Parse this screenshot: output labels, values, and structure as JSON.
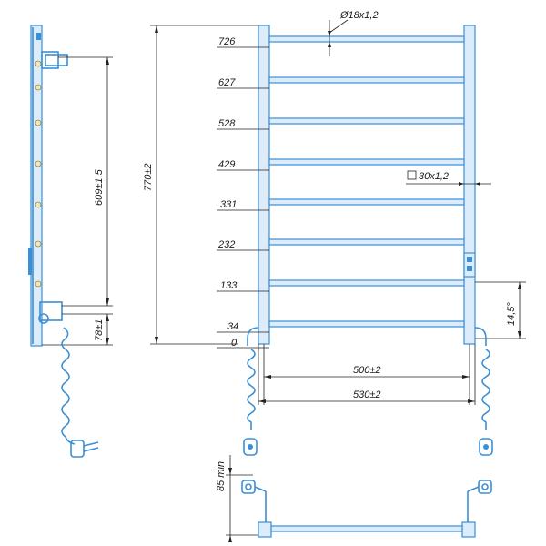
{
  "drawing": {
    "accent_color": "#3a8fd6",
    "line_color": "#222222",
    "rail_levels": [
      "726",
      "627",
      "528",
      "429",
      "331",
      "232",
      "133",
      "34",
      "0"
    ],
    "dimensions": {
      "pipe_diameter": "Ø18х1,2",
      "profile": "30х1,2",
      "total_height": "770±2",
      "mount_spacing": "609±1,5",
      "bottom_offset": "78±1",
      "inner_width": "500±2",
      "outer_width": "530±2",
      "switch_offset": "14,5°",
      "plug_height": "85 min"
    }
  }
}
